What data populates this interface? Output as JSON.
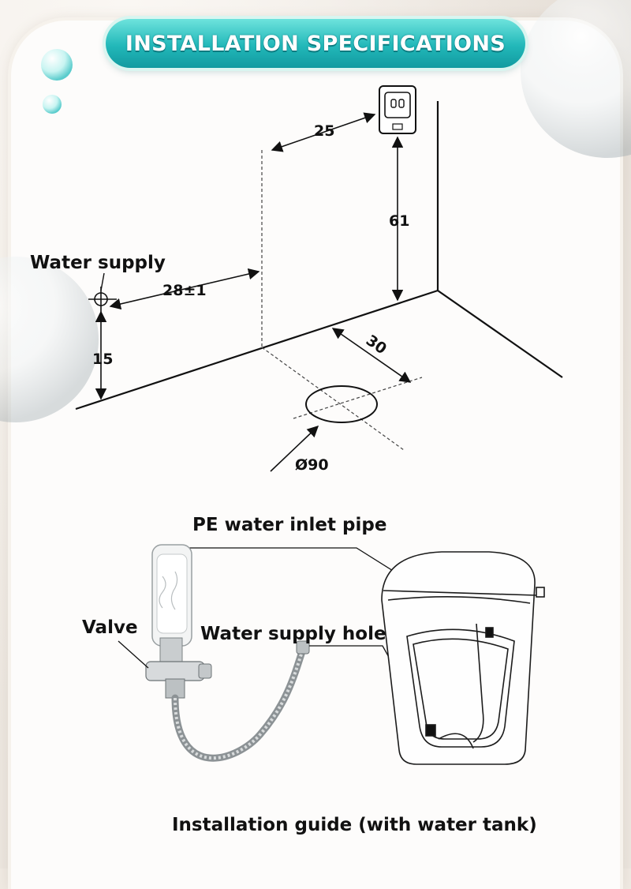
{
  "header": {
    "title": "INSTALLATION SPECIFICATIONS"
  },
  "specs_diagram": {
    "dim_panel_offset": "25",
    "dim_panel_height": "61",
    "label_water_supply": "Water supply",
    "dim_supply_offset": "28±1",
    "dim_supply_height": "15",
    "dim_drain_distance": "30",
    "dim_drain_diameter": "Ø90"
  },
  "install_guide": {
    "label_inlet_pipe": "PE water inlet pipe",
    "label_valve": "Valve",
    "label_supply_hole": "Water supply hole",
    "caption": "Installation guide (with water tank)"
  },
  "colors": {
    "accent": "#22b8b9",
    "line": "#111111",
    "background": "#fdfcfb"
  }
}
